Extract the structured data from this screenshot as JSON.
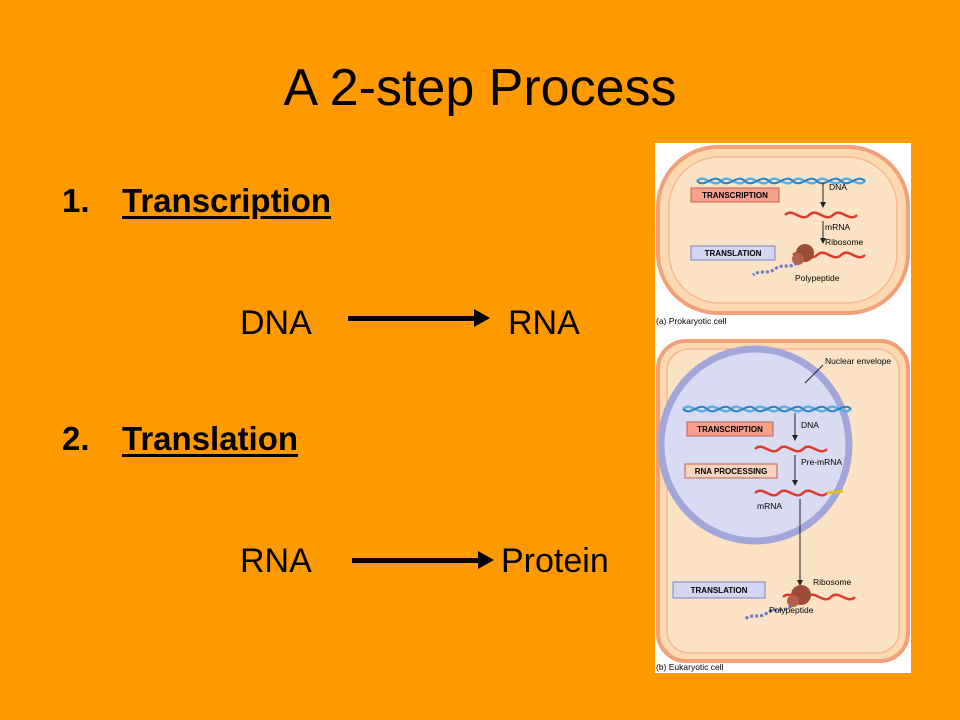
{
  "slide": {
    "title": "A 2-step Process",
    "items": [
      {
        "number": "1.",
        "term": "Transcription",
        "from": "DNA",
        "to": "RNA"
      },
      {
        "number": "2.",
        "term": "Translation",
        "from": "RNA",
        "to": "Protein"
      }
    ]
  },
  "figure": {
    "prokaryotic": {
      "labels": [
        "TRANSCRIPTION",
        "TRANSLATION"
      ],
      "annotations": [
        "DNA",
        "mRNA",
        "Ribosome",
        "Polypeptide"
      ],
      "caption": "(a) Prokaryotic cell"
    },
    "eukaryotic": {
      "labels": [
        "TRANSCRIPTION",
        "RNA PROCESSING",
        "TRANSLATION"
      ],
      "annotations": [
        "Nuclear envelope",
        "DNA",
        "Pre-mRNA",
        "mRNA",
        "Ribosome",
        "Polypeptide"
      ],
      "caption": "(b) Eukaryotic cell"
    },
    "colors": {
      "cell_fill": "#FCD9B0",
      "cell_border": "#F2A07A",
      "nucleus_fill": "#D9DBF2",
      "nucleus_border": "#A3A6D8",
      "dna": "#5AAEE0",
      "mrna": "#E03A2A",
      "box_transcription": "#F7A08C",
      "box_translation": "#D3D6F2"
    }
  }
}
